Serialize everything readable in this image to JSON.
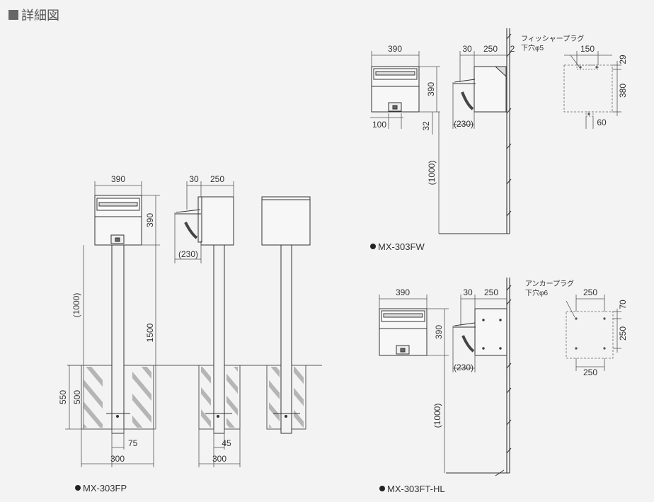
{
  "header": {
    "title": "詳細図"
  },
  "fp": {
    "model": "MX-303FP",
    "width": "390",
    "height": "390",
    "post_height": "(1000)",
    "total_height": "1500",
    "embed_total": "550",
    "embed_post": "500",
    "offset_front": "75",
    "base_front": "300",
    "side_lid": "30",
    "side_depth": "250",
    "side_swing": "(230)",
    "offset_side": "45",
    "base_side": "300"
  },
  "fw": {
    "model": "MX-303FW",
    "width": "390",
    "height": "390",
    "key_offset": "100",
    "bottom_gap": "32",
    "side_lid": "30",
    "side_depth": "250",
    "wall_gap": "2",
    "side_swing": "(230)",
    "mount_height": "(1000)",
    "plug_label_1": "フィッシャープラグ",
    "plug_label_2": "下穴φ5",
    "hole_span": "150",
    "hole_top": "29",
    "hole_vert": "380",
    "hole_bottom": "60"
  },
  "ft": {
    "model": "MX-303FT-HL",
    "width": "390",
    "height": "390",
    "side_lid": "30",
    "side_depth": "250",
    "side_swing": "(230)",
    "mount_height": "(1000)",
    "plug_label_1": "アンカープラグ",
    "plug_label_2": "下穴φ6",
    "hole_w_top": "250",
    "hole_top": "70",
    "hole_vert": "250",
    "hole_w_bottom": "250"
  }
}
